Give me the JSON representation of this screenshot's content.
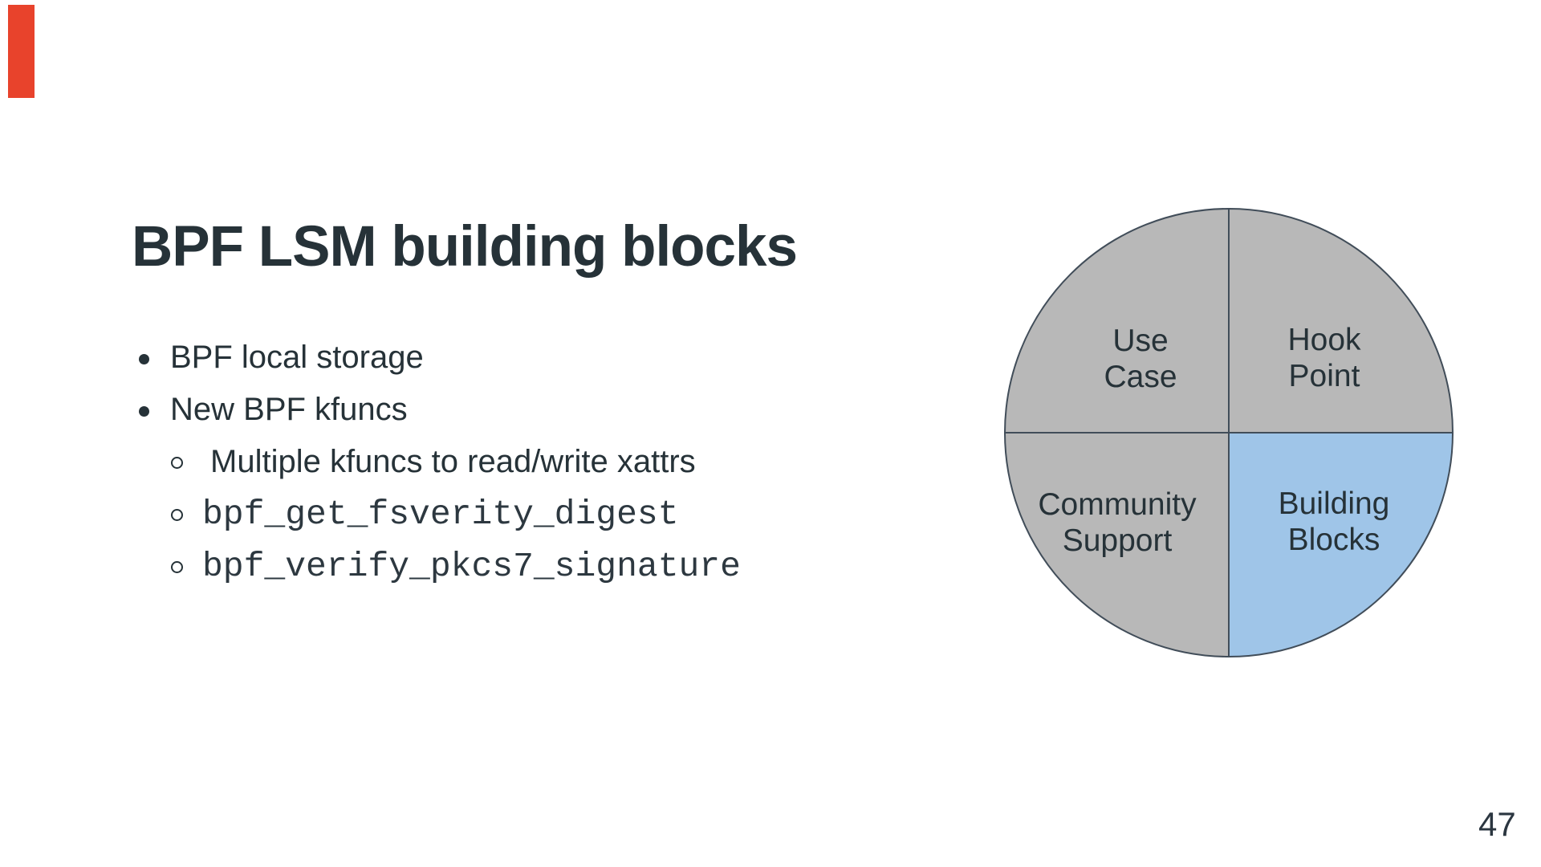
{
  "slide": {
    "title": "BPF LSM building blocks",
    "bullets": [
      {
        "level": 1,
        "style": "normal",
        "text": "BPF local storage"
      },
      {
        "level": 1,
        "style": "normal",
        "text": "New BPF kfuncs"
      },
      {
        "level": 2,
        "style": "normal",
        "text": "Multiple kfuncs to read/write xattrs"
      },
      {
        "level": 2,
        "style": "code",
        "text": "bpf_get_fsverity_digest"
      },
      {
        "level": 2,
        "style": "code",
        "text": "bpf_verify_pkcs7_signature"
      }
    ],
    "page_number": "47"
  },
  "diagram": {
    "type": "quadrant-circle",
    "quadrants": [
      {
        "label": "Use\nCase",
        "position": "top-left",
        "fill": "#b8b8b8",
        "highlighted": false
      },
      {
        "label": "Hook\nPoint",
        "position": "top-right",
        "fill": "#b8b8b8",
        "highlighted": false
      },
      {
        "label": "Community\nSupport",
        "position": "bottom-left",
        "fill": "#b8b8b8",
        "highlighted": false
      },
      {
        "label": "Building\nBlocks",
        "position": "bottom-right",
        "fill": "#9fc5e8",
        "highlighted": true
      }
    ],
    "stroke_color": "#414d59"
  },
  "colors": {
    "text": "#263238",
    "background": "#ffffff",
    "gray_fill": "#b8b8b8",
    "highlight_blue": "#9fc5e8",
    "marker_red": "#e8432c"
  }
}
